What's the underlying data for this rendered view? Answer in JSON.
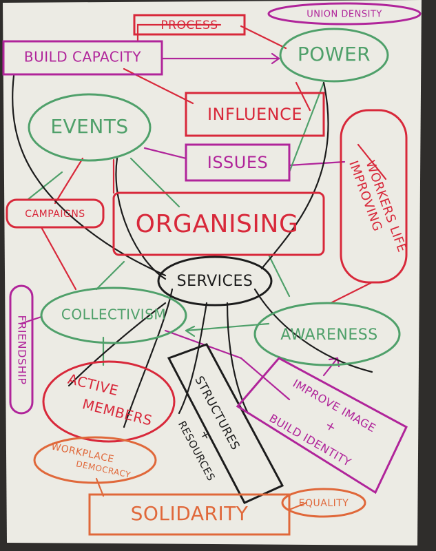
{
  "colors": {
    "paper": "#ecebe4",
    "red": "#d8283a",
    "magenta": "#b0249a",
    "green": "#4fa06a",
    "orange": "#e0683a",
    "black": "#1c1c1c"
  },
  "nodes": {
    "process": "PROCESS",
    "union_density": "UNION DENSITY",
    "build_capacity": "BUILD CAPACITY",
    "power": "POWER",
    "events": "EVENTS",
    "influence": "INFLUENCE",
    "improving_workers_life_1": "IMPROVING",
    "improving_workers_life_2": "WORKERS LIFE",
    "issues": "ISSUES",
    "campaigns": "CAMPAIGNS",
    "organising": "ORGANISING",
    "services": "SERVICES",
    "friendship": "FRIENDSHIP",
    "collectivism": "COLLECTIVISM",
    "awareness": "AWARENESS",
    "active_members_1": "ACTIVE",
    "active_members_2": "MEMBERS",
    "structures_resources_1": "STRUCTURES",
    "structures_resources_2": "+",
    "structures_resources_3": "RESOURCES",
    "improve_image_1": "IMPROVE  IMAGE",
    "improve_image_2": "+",
    "improve_image_3": "BUILD IDENTITY",
    "workplace_democracy_1": "WORKPLACE",
    "workplace_democracy_2": "DEMOCRACY",
    "equality": "EQUALITY",
    "solidarity": "SOLIDARITY"
  }
}
